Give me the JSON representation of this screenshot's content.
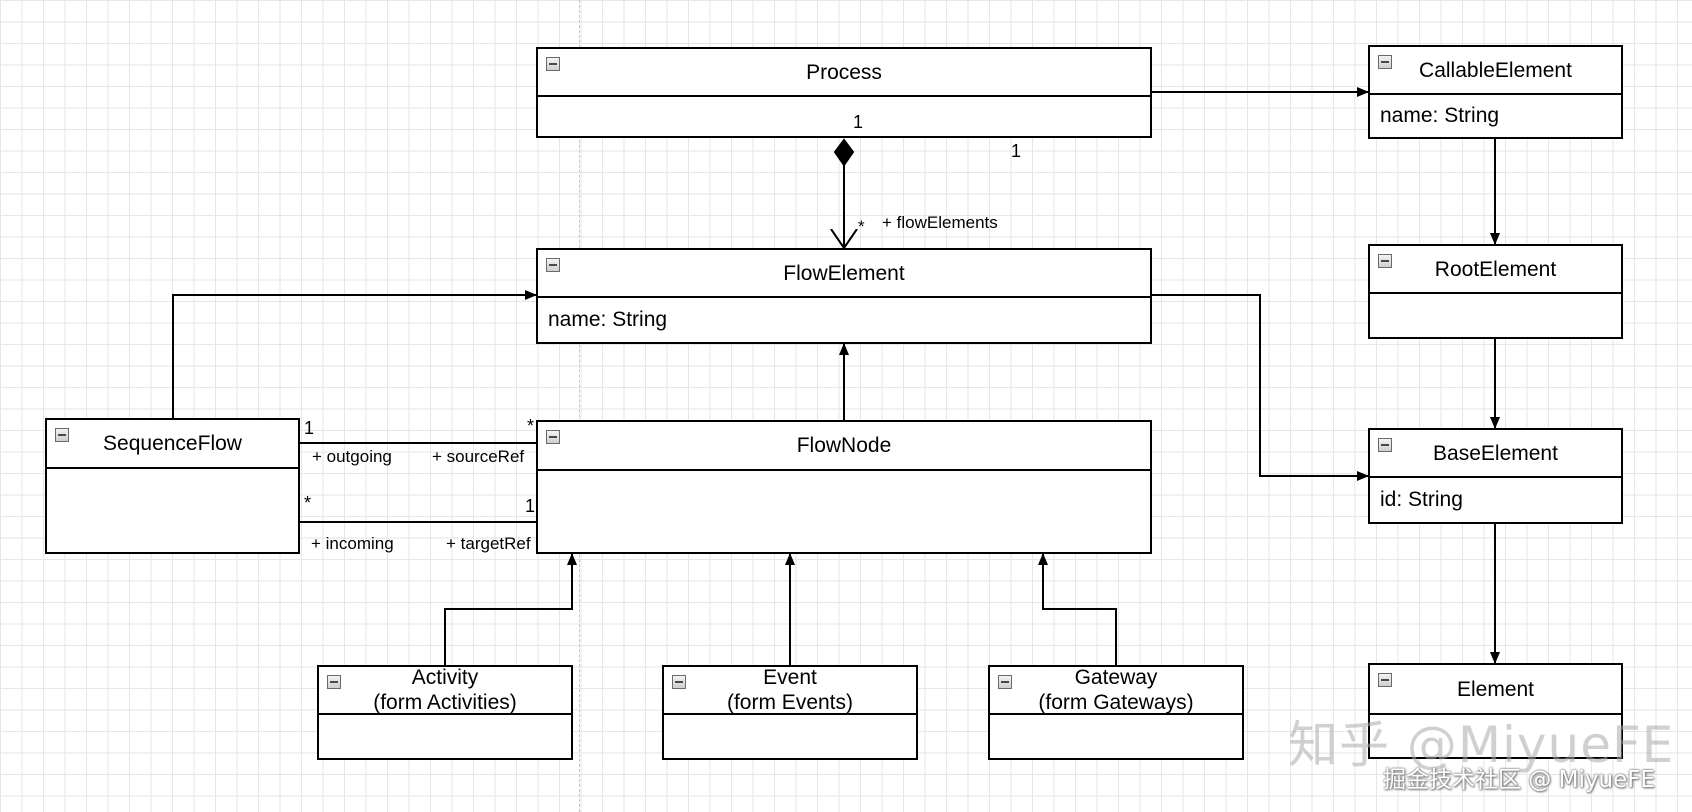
{
  "classes": {
    "process": {
      "name": "Process",
      "attribute": ""
    },
    "callable_element": {
      "name": "CallableElement",
      "attribute": "name: String"
    },
    "root_element": {
      "name": "RootElement",
      "attribute": ""
    },
    "base_element": {
      "name": "BaseElement",
      "attribute": "id: String"
    },
    "element": {
      "name": "Element",
      "attribute": ""
    },
    "flow_element": {
      "name": "FlowElement",
      "attribute": "name: String"
    },
    "sequence_flow": {
      "name": "SequenceFlow",
      "attribute": ""
    },
    "flow_node": {
      "name": "FlowNode",
      "attribute": ""
    },
    "activity": {
      "name_line1": "Activity",
      "name_line2": "(form Activities)",
      "attribute": ""
    },
    "event": {
      "name_line1": "Event",
      "name_line2": "(form Events)",
      "attribute": ""
    },
    "gateway": {
      "name_line1": "Gateway",
      "name_line2": "(form Gateways)",
      "attribute": ""
    }
  },
  "labels": {
    "process_mult_a": "1",
    "process_mult_b": "1",
    "flow_elements_mult": "*",
    "flow_elements_role": "+ flowElements",
    "outgoing_mult": "1",
    "outgoing_role": "+ outgoing",
    "source_ref_mult": "*",
    "source_ref_role": "+ sourceRef",
    "incoming_mult": "*",
    "incoming_role": "+ incoming",
    "target_ref_mult": "1",
    "target_ref_role": "+ targetRef"
  },
  "watermark": {
    "primary": "知乎 @MiyueFE",
    "secondary": "掘金技术社区 @ MiyueFE"
  }
}
